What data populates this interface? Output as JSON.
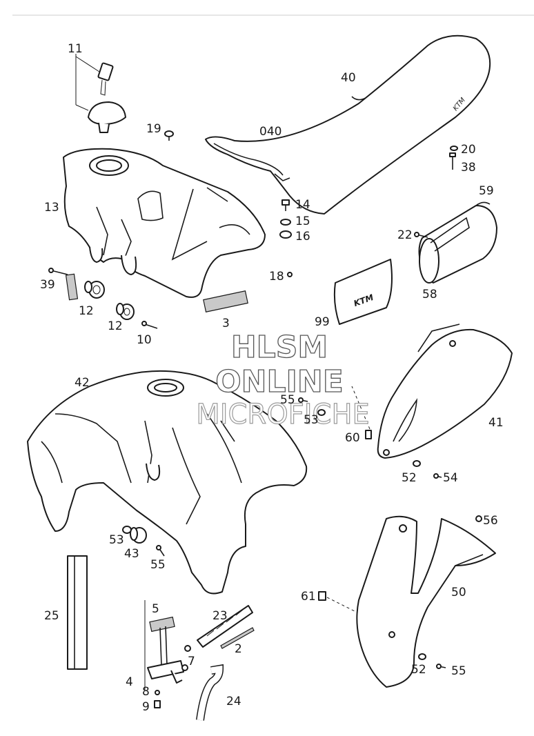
{
  "diagram": {
    "watermark": {
      "line1": "HLSM",
      "line2": "ONLINE",
      "line3": "MICROFICHE"
    },
    "callouts": [
      {
        "id": "c11",
        "text": "11"
      },
      {
        "id": "c19",
        "text": "19"
      },
      {
        "id": "c13",
        "text": "13"
      },
      {
        "id": "c39",
        "text": "39"
      },
      {
        "id": "c12a",
        "text": "12"
      },
      {
        "id": "c12b",
        "text": "12"
      },
      {
        "id": "c10",
        "text": "10"
      },
      {
        "id": "c3",
        "text": "3"
      },
      {
        "id": "c40",
        "text": "40"
      },
      {
        "id": "c040",
        "text": "040"
      },
      {
        "id": "c20",
        "text": "20"
      },
      {
        "id": "c38",
        "text": "38"
      },
      {
        "id": "c14",
        "text": "14"
      },
      {
        "id": "c15",
        "text": "15"
      },
      {
        "id": "c16",
        "text": "16"
      },
      {
        "id": "c18",
        "text": "18"
      },
      {
        "id": "c59",
        "text": "59"
      },
      {
        "id": "c22",
        "text": "22"
      },
      {
        "id": "c58",
        "text": "58"
      },
      {
        "id": "c99",
        "text": "99"
      },
      {
        "id": "c42",
        "text": "42"
      },
      {
        "id": "c55a",
        "text": "55"
      },
      {
        "id": "c53a",
        "text": "53"
      },
      {
        "id": "c60",
        "text": "60"
      },
      {
        "id": "c41",
        "text": "41"
      },
      {
        "id": "c52a",
        "text": "52"
      },
      {
        "id": "c54",
        "text": "54"
      },
      {
        "id": "c53b",
        "text": "53"
      },
      {
        "id": "c43",
        "text": "43"
      },
      {
        "id": "c55b",
        "text": "55"
      },
      {
        "id": "c56",
        "text": "56"
      },
      {
        "id": "c50",
        "text": "50"
      },
      {
        "id": "c61",
        "text": "61"
      },
      {
        "id": "c25",
        "text": "25"
      },
      {
        "id": "c5",
        "text": "5"
      },
      {
        "id": "c23",
        "text": "23"
      },
      {
        "id": "c2",
        "text": "2"
      },
      {
        "id": "c7",
        "text": "7"
      },
      {
        "id": "c4",
        "text": "4"
      },
      {
        "id": "c8",
        "text": "8"
      },
      {
        "id": "c9",
        "text": "9"
      },
      {
        "id": "c24",
        "text": "24"
      },
      {
        "id": "c52b",
        "text": "52"
      },
      {
        "id": "c55c",
        "text": "55"
      }
    ]
  }
}
